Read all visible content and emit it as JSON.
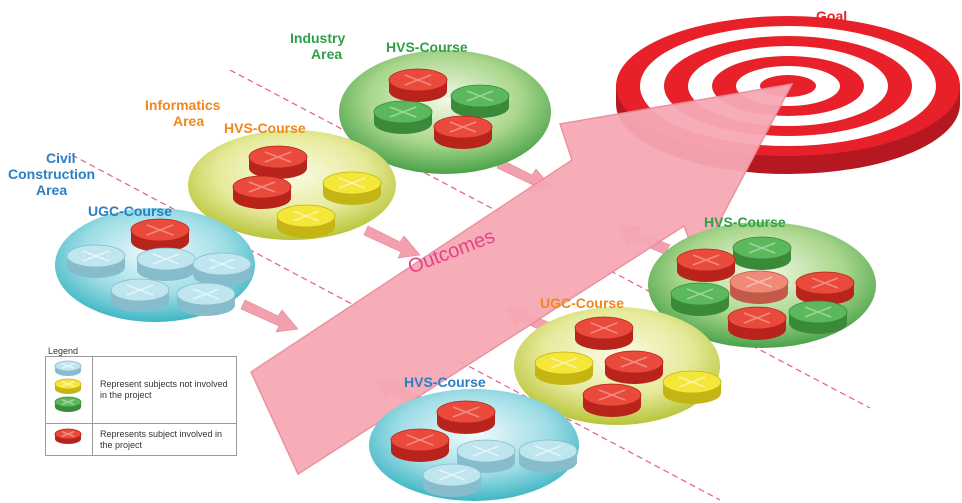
{
  "goal_label": "Goal",
  "outcomes_label": "Outcomes",
  "areas": {
    "industry": [
      "Industry",
      "Area"
    ],
    "informatics": [
      "Informatics",
      "Area"
    ],
    "civil": [
      "Civil",
      "Construction",
      "Area"
    ]
  },
  "courses": {
    "industry_hvs": "HVS-Course",
    "informatics_hvs": "HVS-Course",
    "civil_ugc": "UGC-Course",
    "right_hvs": "HVS-Course",
    "right_ugc": "UGC-Course",
    "bottom_hvs": "HVS-Course"
  },
  "legend": {
    "title": "Legend",
    "not_involved": "Represent subjects not involved in the project",
    "involved": "Represents subject involved in the project"
  },
  "colors": {
    "target_red": "#e8202a",
    "arrow_pink": "#f6a9b4",
    "outcomes_text": "#e8408a",
    "puck_red": "#e94a3c",
    "puck_yellow": "#f5e63a",
    "puck_green": "#5cb85c",
    "puck_cyan": "#bfe6ee"
  }
}
